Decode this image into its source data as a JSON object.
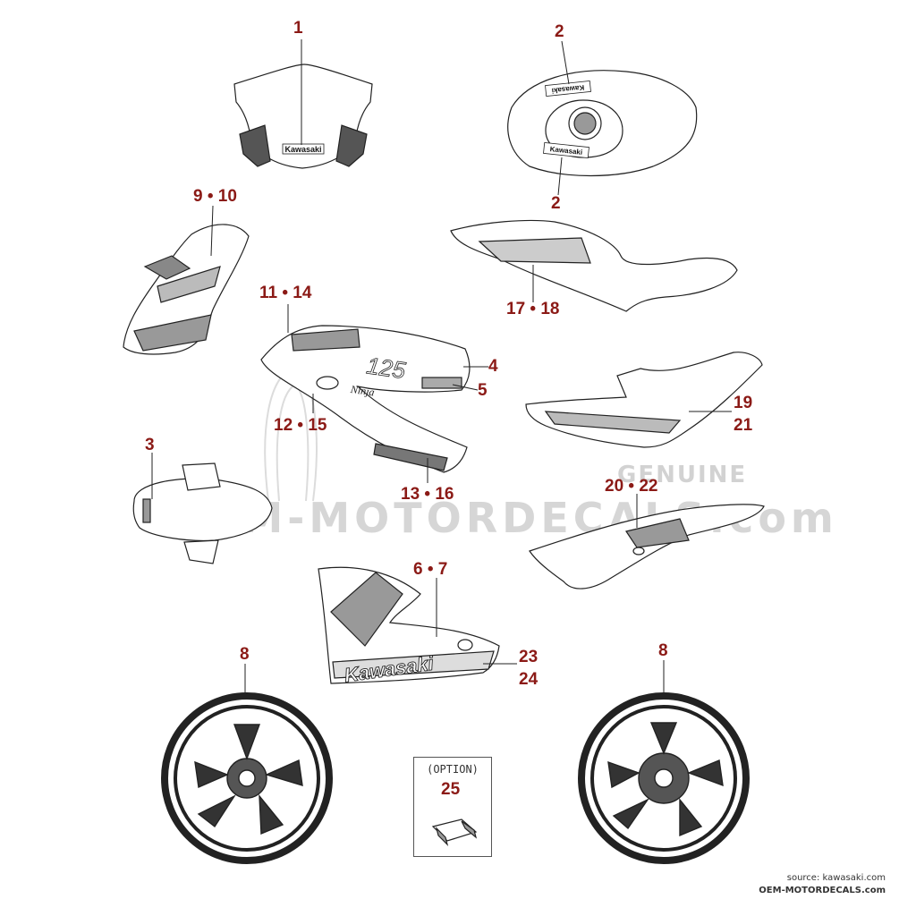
{
  "callouts": {
    "c1": "1",
    "c2a": "2",
    "c2b": "2",
    "c9_10": "9 • 10",
    "c11_14": "11 • 14",
    "c4": "4",
    "c5": "5",
    "c12_15": "12 • 15",
    "c13_16": "13 • 16",
    "c17_18": "17 • 18",
    "c19": "19",
    "c21": "21",
    "c3": "3",
    "c20_22": "20 • 22",
    "c6_7": "6 • 7",
    "c23": "23",
    "c24": "24",
    "c8a": "8",
    "c8b": "8",
    "c25": "25"
  },
  "option_label": "(OPTION)",
  "decals": {
    "windscreen": "Kawasaki",
    "tank_top": "Kawasaki",
    "tank_bottom": "Kawasaki",
    "shroud_model": "125",
    "shroud_script": "Ninja",
    "lower_cowl": "Kawasaki"
  },
  "watermark": {
    "main": "OEM-MOTORDECALS.com",
    "genuine": "GENUINE"
  },
  "source": {
    "line1": "source: kawasaki.com",
    "line2": "OEM-MOTORDECALS.com"
  },
  "colors": {
    "callout": "#8b1a16",
    "line": "#222222"
  }
}
